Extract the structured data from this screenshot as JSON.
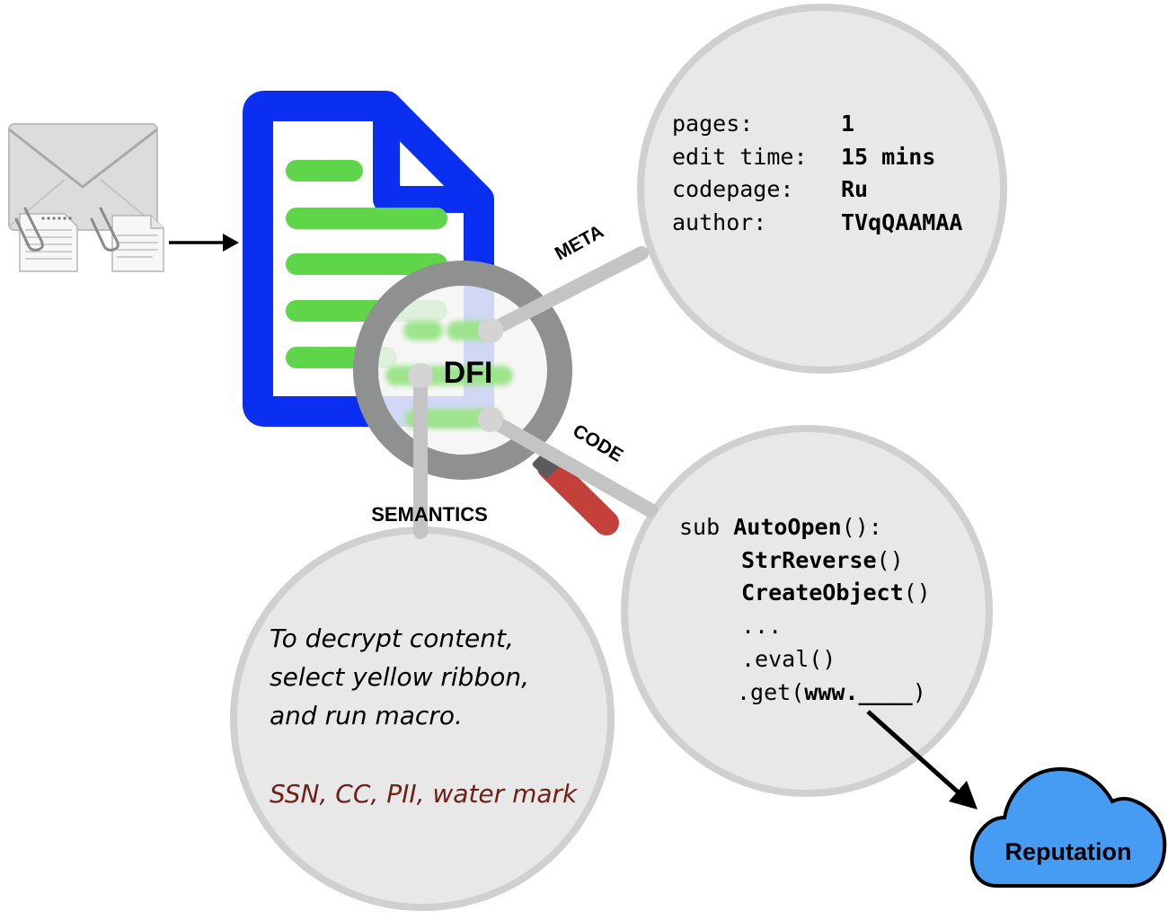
{
  "hub": {
    "label": "DFI"
  },
  "branches": {
    "meta": "META",
    "code": "CODE",
    "semantics": "SEMANTICS"
  },
  "meta_panel": {
    "rows": [
      {
        "key": "pages:",
        "value": "1"
      },
      {
        "key": "edit time:",
        "value": "15 mins"
      },
      {
        "key": "codepage:",
        "value": "Ru"
      },
      {
        "key": "author:",
        "value": "TVqQAAMAA"
      }
    ]
  },
  "code_panel": {
    "keyword": "sub",
    "entry": "AutoOpen",
    "entry_suffix": "():",
    "call1": "StrReverse",
    "call1_suffix": "()",
    "call2": "CreateObject",
    "call2_suffix": "()",
    "ellipsis": "...",
    "eval": ".eval()",
    "get_prefix": ".get(",
    "get_url": "www.____",
    "get_suffix": ")"
  },
  "semantics_panel": {
    "lines": [
      "To decrypt content,",
      "select yellow ribbon,",
      "and run macro."
    ],
    "tags": "SSN, CC, PII, water mark"
  },
  "reputation": {
    "label": "Reputation"
  },
  "colors": {
    "document_border": "#0a2ff0",
    "document_line": "#5fd64a",
    "bubble_fill": "#e8e8e8",
    "bubble_stroke": "#cfcfcf",
    "lens_ring": "#8f9190",
    "handle": "#c4403a",
    "cloud": "#459cf2",
    "tags_text": "#6e1f16"
  },
  "icons": [
    "envelope-icon",
    "paperclip-icon",
    "document-icon",
    "magnifier-icon",
    "cloud-icon",
    "arrow-icon"
  ]
}
